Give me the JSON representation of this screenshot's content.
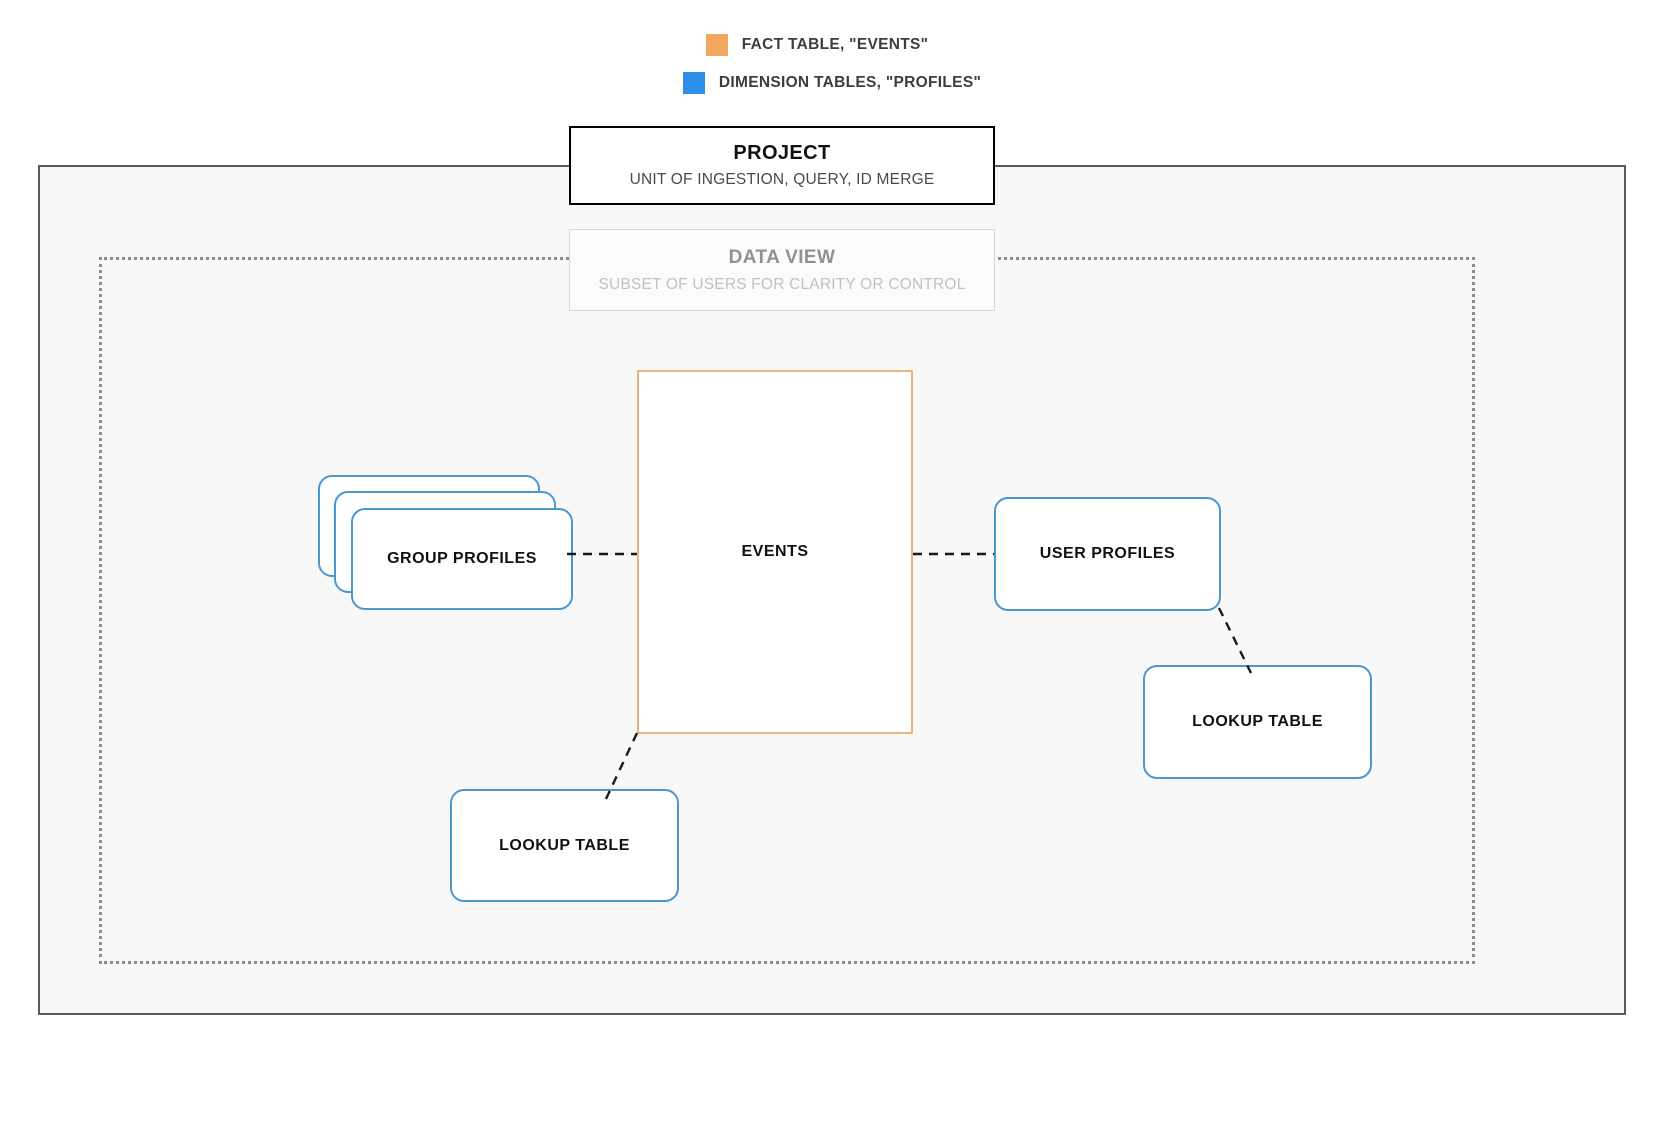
{
  "legend": {
    "items": [
      {
        "label": "FACT TABLE, \"EVENTS\"",
        "color": "#f0a860",
        "icon": "legend-swatch-orange"
      },
      {
        "label": "DIMENSION TABLES, \"PROFILES\"",
        "color": "#2e8fe8",
        "icon": "legend-swatch-blue"
      }
    ]
  },
  "project": {
    "title": "PROJECT",
    "subtitle": "UNIT OF INGESTION, QUERY, ID MERGE",
    "border_color": "#000000"
  },
  "data_view": {
    "title": "DATA VIEW",
    "subtitle": "SUBSET OF USERS FOR CLARITY OR CONTROL",
    "border_color": "#d6d6d6"
  },
  "entities": {
    "events": {
      "label": "EVENTS",
      "color": "#e8b678"
    },
    "group_profiles": {
      "label": "GROUP PROFILES",
      "color": "#4a97d2",
      "stack_count": 3
    },
    "user_profiles": {
      "label": "USER PROFILES",
      "color": "#4a97d2"
    },
    "lookup_table_right": {
      "label": "LOOKUP TABLE",
      "color": "#4a97d2"
    },
    "lookup_table_left": {
      "label": "LOOKUP TABLE",
      "color": "#4a97d2"
    }
  },
  "connections": [
    {
      "from": "group-profiles",
      "to": "events",
      "style": "dashed"
    },
    {
      "from": "events",
      "to": "user-profiles",
      "style": "dashed"
    },
    {
      "from": "events",
      "to": "lookup-table-left",
      "style": "dashed"
    },
    {
      "from": "user-profiles",
      "to": "lookup-table-right",
      "style": "dashed"
    }
  ],
  "frames": {
    "outer_border_color": "#58595b",
    "inner_border_color": "#8c8c8c"
  }
}
